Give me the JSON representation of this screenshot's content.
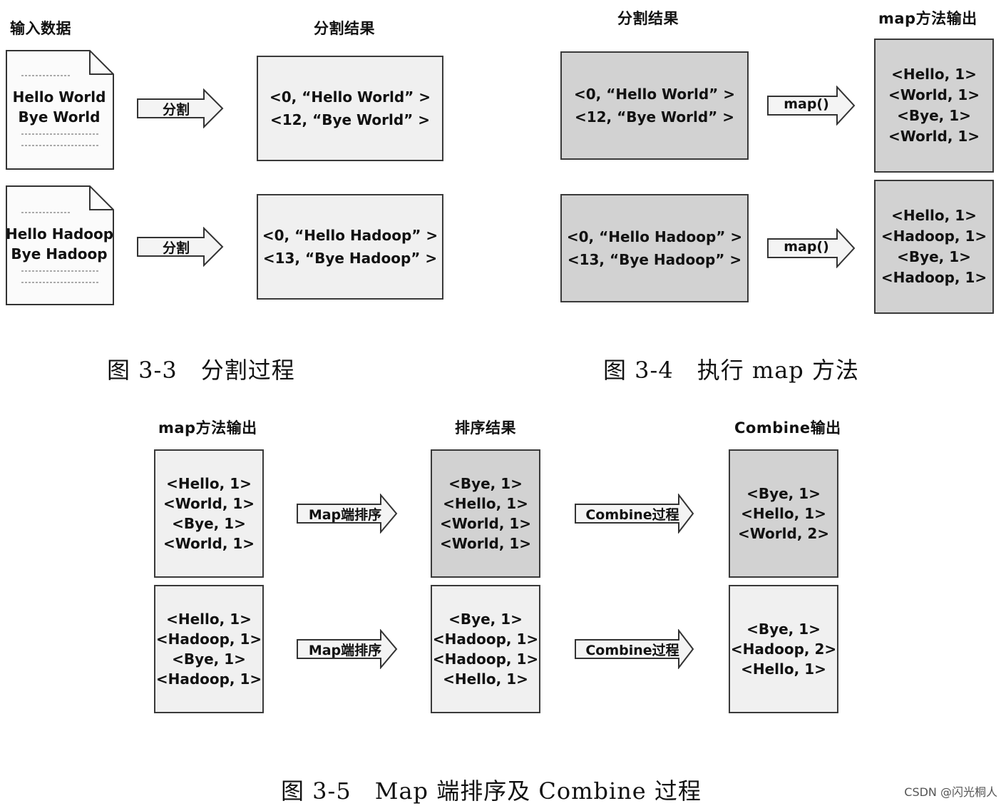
{
  "fig33": {
    "header_input": "输入数据",
    "header_split": "分割结果",
    "doc1": [
      "Hello World",
      "Bye World"
    ],
    "doc2": [
      "Hello Hadoop",
      "Bye Hadoop"
    ],
    "arrow1": "分割",
    "arrow2": "分割",
    "split1": [
      "<0, “Hello World” >",
      "<12, “Bye World” >"
    ],
    "split2": [
      "<0, “Hello Hadoop” >",
      "<13, “Bye Hadoop” >"
    ],
    "caption": "图 3-3　分割过程"
  },
  "fig34": {
    "header_split": "分割结果",
    "header_map": "map方法输出",
    "split1": [
      "<0, “Hello World” >",
      "<12, “Bye World” >"
    ],
    "split2": [
      "<0, “Hello Hadoop” >",
      "<13, “Bye Hadoop” >"
    ],
    "arrow1": "map()",
    "arrow2": "map()",
    "map1": [
      "<Hello, 1>",
      "<World, 1>",
      "<Bye, 1>",
      "<World, 1>"
    ],
    "map2": [
      "<Hello, 1>",
      "<Hadoop, 1>",
      "<Bye, 1>",
      "<Hadoop, 1>"
    ],
    "caption": "图 3-4　执行 map 方法"
  },
  "fig35": {
    "header_map": "map方法输出",
    "header_sort": "排序结果",
    "header_combine": "Combine输出",
    "map1": [
      "<Hello, 1>",
      "<World, 1>",
      "<Bye, 1>",
      "<World, 1>"
    ],
    "map2": [
      "<Hello, 1>",
      "<Hadoop, 1>",
      "<Bye, 1>",
      "<Hadoop, 1>"
    ],
    "arrow_sort1": "Map端排序",
    "arrow_sort2": "Map端排序",
    "sort1": [
      "<Bye, 1>",
      "<Hello, 1>",
      "<World, 1>",
      "<World, 1>"
    ],
    "sort2": [
      "<Bye, 1>",
      "<Hadoop, 1>",
      "<Hadoop, 1>",
      "<Hello, 1>"
    ],
    "arrow_comb1": "Combine过程",
    "arrow_comb2": "Combine过程",
    "comb1": [
      "<Bye, 1>",
      "<Hello, 1>",
      "<World, 2>"
    ],
    "comb2": [
      "<Bye, 1>",
      "<Hadoop, 2>",
      "<Hello, 1>"
    ],
    "caption": "图 3-5　Map 端排序及 Combine 过程"
  },
  "watermark": "CSDN @闪光桐人",
  "colors": {
    "box_dark": "#d2d2d2",
    "box_light": "#f0f0f0",
    "border": "#3a3a3a"
  }
}
